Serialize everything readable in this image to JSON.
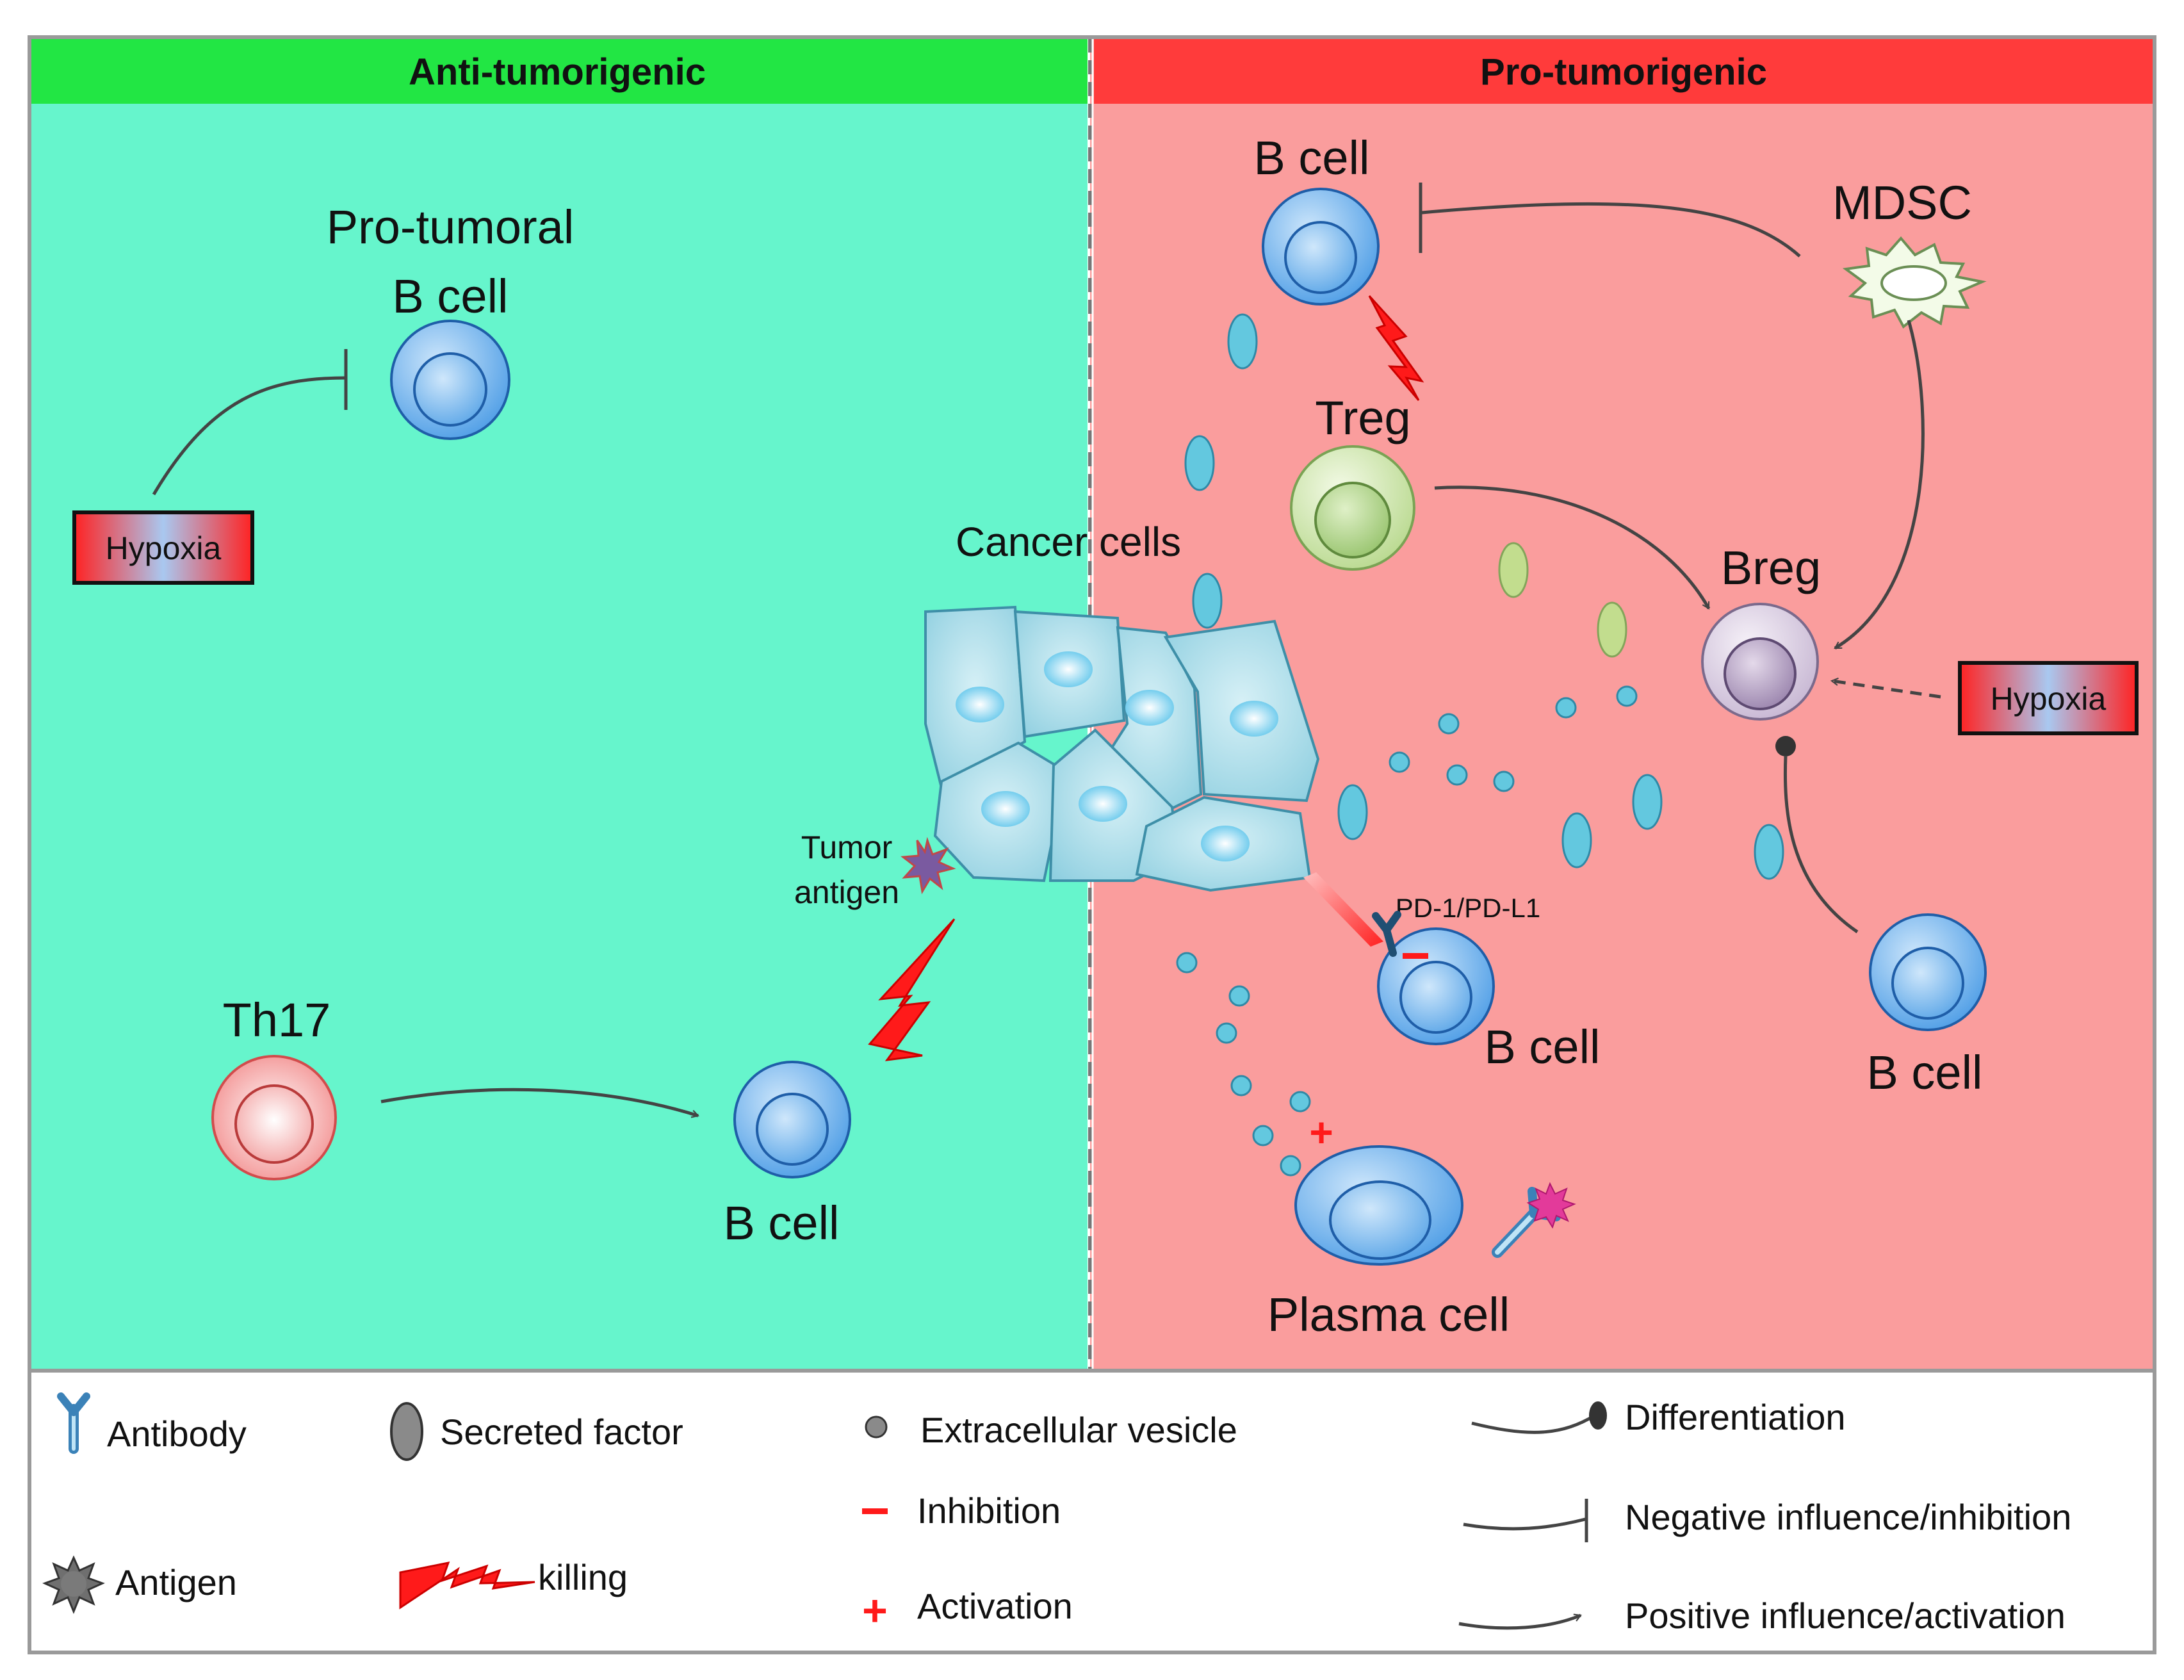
{
  "panels": {
    "anti_header": "Anti-tumorigenic",
    "pro_header": "Pro-tumorigenic"
  },
  "labels": {
    "pro_tumoral_line1": "Pro-tumoral",
    "pro_tumoral_line2": "B cell",
    "hypoxia_left": "Hypoxia",
    "th17": "Th17",
    "b_cell_left_bottom": "B cell",
    "cancer_cells": "Cancer cells",
    "tumor_antigen_line1": "Tumor",
    "tumor_antigen_line2": "antigen",
    "b_cell_top": "B cell",
    "mdsc": "MDSC",
    "treg": "Treg",
    "breg": "Breg",
    "hypoxia_right": "Hypoxia",
    "pd1_pdl1": "PD-1/PD-L1",
    "b_cell_center": "B cell",
    "b_cell_right": "B cell",
    "plasma_cell": "Plasma cell"
  },
  "legend": {
    "antibody": "Antibody",
    "secreted_factor": "Secreted factor",
    "extracellular_vesicle": "Extracellular vesicle",
    "differentiation": "Differentiation",
    "inhibition": "Inhibition",
    "negative_influence": "Negative influence/inhibition",
    "antigen": "Antigen",
    "killing": "killing",
    "activation": "Activation",
    "positive_influence": "Positive influence/activation"
  },
  "colors": {
    "anti_header_green": "#22e644",
    "anti_panel_bg": "#66f5cc",
    "pro_header_red": "#ff3b3b",
    "pro_panel_bg": "#fa9d9d",
    "b_cell_blue": "#5aa6ea",
    "treg_green": "#c9e3a3",
    "breg_purple": "#d8cde0",
    "th17_pink": "#f7b6b6",
    "cancer_cell_cyan": "#a8dce8",
    "killing_red": "#ff1a1a"
  },
  "icons": [
    "b-cell-icon",
    "treg-icon",
    "breg-icon",
    "th17-icon",
    "mdsc-icon",
    "plasma-cell-icon",
    "cancer-cells-icon",
    "antibody-icon",
    "antigen-icon",
    "secreted-factor-icon",
    "extracellular-vesicle-icon",
    "killing-bolt-icon",
    "hypoxia-box"
  ]
}
